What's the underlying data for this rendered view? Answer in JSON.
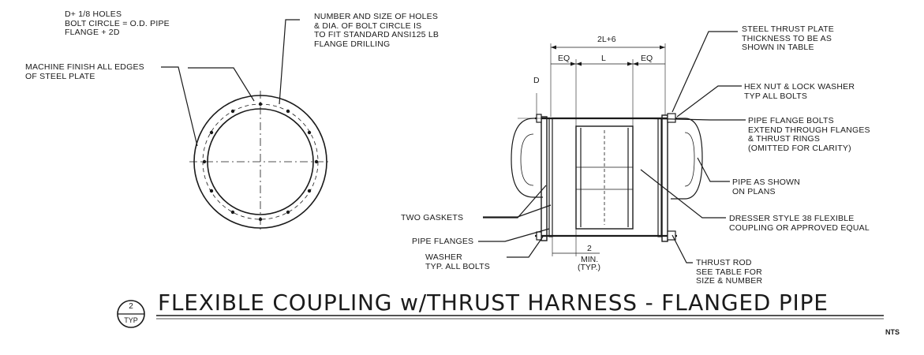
{
  "notes": {
    "holes": [
      "D+ 1/8 HOLES",
      "BOLT CIRCLE = O.D. PIPE",
      "FLANGE + 2D"
    ],
    "number_size": [
      "NUMBER AND SIZE OF HOLES",
      "& DIA. OF BOLT CIRCLE IS",
      "TO FIT STANDARD ANSI125 LB",
      "FLANGE DRILLING"
    ],
    "machine_finish": [
      "MACHINE FINISH ALL EDGES",
      "OF STEEL PLATE"
    ],
    "steel_thrust": [
      "STEEL THRUST PLATE",
      "THICKNESS TO BE AS",
      "SHOWN IN TABLE"
    ],
    "hex_nut": [
      "HEX NUT & LOCK WASHER",
      "TYP ALL BOLTS"
    ],
    "pipe_flange_bolts": [
      "PIPE FLANGE BOLTS",
      "EXTEND THROUGH FLANGES",
      "& THRUST RINGS",
      "(OMITTED FOR CLARITY)"
    ],
    "pipe_as_shown": [
      "PIPE AS SHOWN",
      "ON PLANS"
    ],
    "dresser": [
      "DRESSER STYLE 38 FLEXIBLE",
      "COUPLING OR APPROVED EQUAL"
    ],
    "two_gaskets": [
      "TWO GASKETS"
    ],
    "pipe_flanges": [
      "PIPE FLANGES"
    ],
    "washer": [
      "WASHER",
      "TYP. ALL BOLTS"
    ],
    "thrust_rod": [
      "THRUST ROD",
      "SEE TABLE FOR",
      "SIZE & NUMBER"
    ]
  },
  "dimensions": {
    "overall": "2L+6",
    "eq_left": "EQ",
    "length": "L",
    "eq_right": "EQ",
    "d": "D",
    "min_value": "2",
    "min_label": "MIN.",
    "min_typ": "(TYP.)"
  },
  "title": {
    "text": "FLEXIBLE COUPLING w/THRUST HARNESS - FLANGED PIPE",
    "detail_number": "2",
    "detail_ref": "TYP",
    "scale": "NTS"
  }
}
